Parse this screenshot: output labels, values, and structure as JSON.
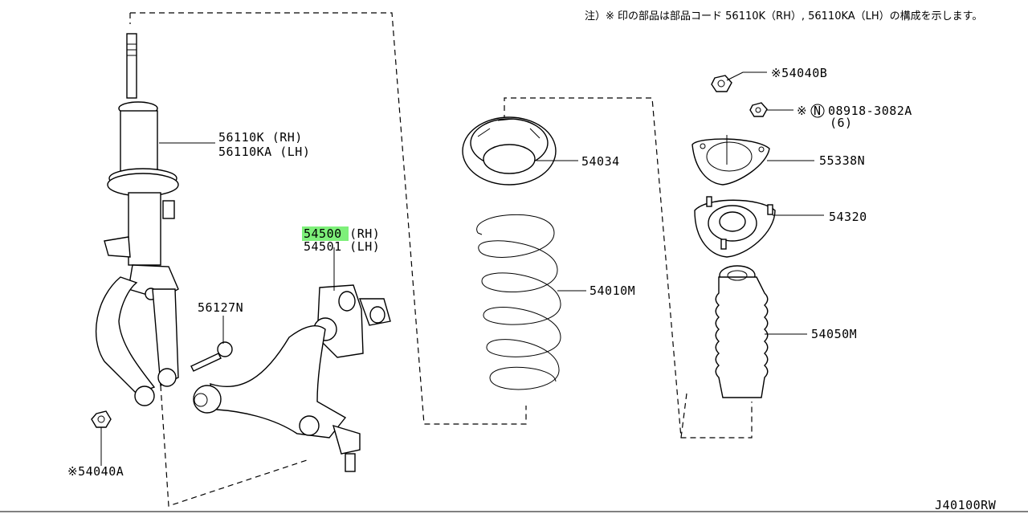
{
  "note": "注）※ 印の部品は部品コード 56110K（RH）, 56110KA（LH）の構成を示します。",
  "diagram_code": "J40100RW",
  "highlight_color": "#7ef07a",
  "parts": {
    "strut": {
      "rh": "56110K (RH)",
      "lh": "56110KA (LH)"
    },
    "lower_arm": {
      "rh_code": "54500",
      "rh_side": " (RH)",
      "lh": "54501 (LH)"
    },
    "bolt": "56127N",
    "nut_a": "※54040A",
    "nut_b": "※54040B",
    "bolt_n_prefix": "※",
    "bolt_n_symbol": "N",
    "bolt_n_code": "08918-3082A",
    "bolt_n_qty": "(6)",
    "spring_seat": "54034",
    "coil_spring": "54010M",
    "mount_plate": "55338N",
    "mount": "54320",
    "bump_boot": "54050M"
  }
}
